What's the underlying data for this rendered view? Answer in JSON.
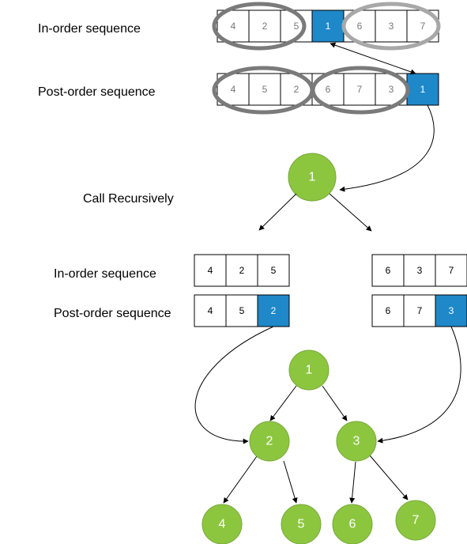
{
  "colors": {
    "highlight": "#1f88c9",
    "node_fill": "#8cc63f",
    "node_stroke": "#78a83a",
    "ellipse_dark": "#7a7a7a",
    "ellipse_light": "#a8a8a8",
    "cell_stroke": "#000000",
    "faded_text": "#777777"
  },
  "labels": {
    "inorder_top": "In-order sequence",
    "postorder_top": "Post-order sequence",
    "call_recursively": "Call Recursively",
    "inorder_sub": "In-order sequence",
    "postorder_sub": "Post-order sequence"
  },
  "top_inorder": [
    "4",
    "2",
    "5",
    "1",
    "6",
    "3",
    "7"
  ],
  "top_postorder": [
    "4",
    "5",
    "2",
    "6",
    "7",
    "3",
    "1"
  ],
  "root_node": "1",
  "left_inorder": [
    "4",
    "2",
    "5"
  ],
  "left_postorder": [
    "4",
    "5",
    "2"
  ],
  "right_inorder": [
    "6",
    "3",
    "7"
  ],
  "right_postorder": [
    "6",
    "7",
    "3"
  ],
  "tree_nodes": {
    "root": "1",
    "left": "2",
    "right": "3",
    "left_left": "4",
    "left_right": "5",
    "right_left": "6",
    "right_right": "7"
  }
}
